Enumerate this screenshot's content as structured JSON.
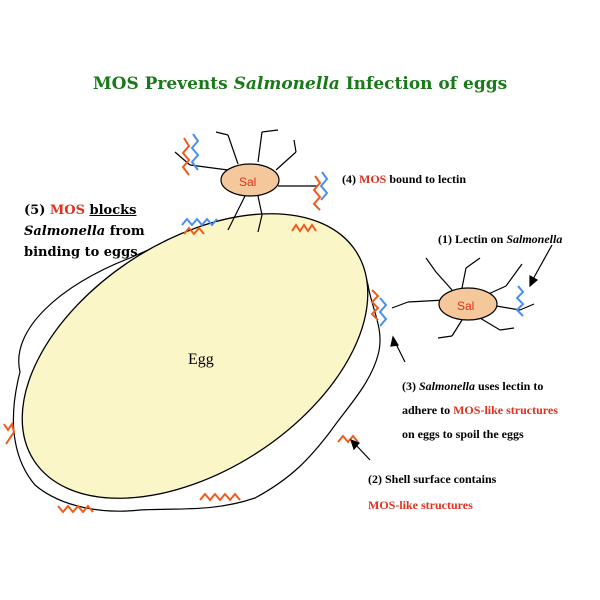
{
  "title": {
    "prefix": "MOS Prevents ",
    "italic": "Salmonella",
    "suffix": " Infection of eggs"
  },
  "egg_label": "Egg",
  "bacteria_label": "Sal",
  "labels": {
    "step1": {
      "prefix": "(1) Lectin on ",
      "italic": "Salmonella"
    },
    "step2": {
      "line1": "(2)   Shell surface contains",
      "line2": "MOS-like structures"
    },
    "step3": {
      "prefix": "(3) ",
      "italic": "Salmonella",
      "line1_suffix": " uses lectin to",
      "line2_pre": "adhere to ",
      "line2_red": "MOS-like structures",
      "line3": "on eggs to spoil the eggs"
    },
    "step4": {
      "prefix": "(4) ",
      "red": "MOS",
      "suffix": " bound to lectin"
    },
    "step5": {
      "line1_pre": "(5) ",
      "line1_red": "MOS",
      "line1_underlined": "blocks",
      "line2_italic": "Salmonella",
      "line2_suffix": " from",
      "line3": "binding to eggs"
    }
  },
  "colors": {
    "title": "#1a7a1a",
    "mos_red": "#e0301e",
    "mos_zigzag": "#f05a1a",
    "lectin_blue": "#4a8ff0",
    "egg_fill": "#fbf6c8",
    "bacteria_fill": "#f4c89a"
  }
}
